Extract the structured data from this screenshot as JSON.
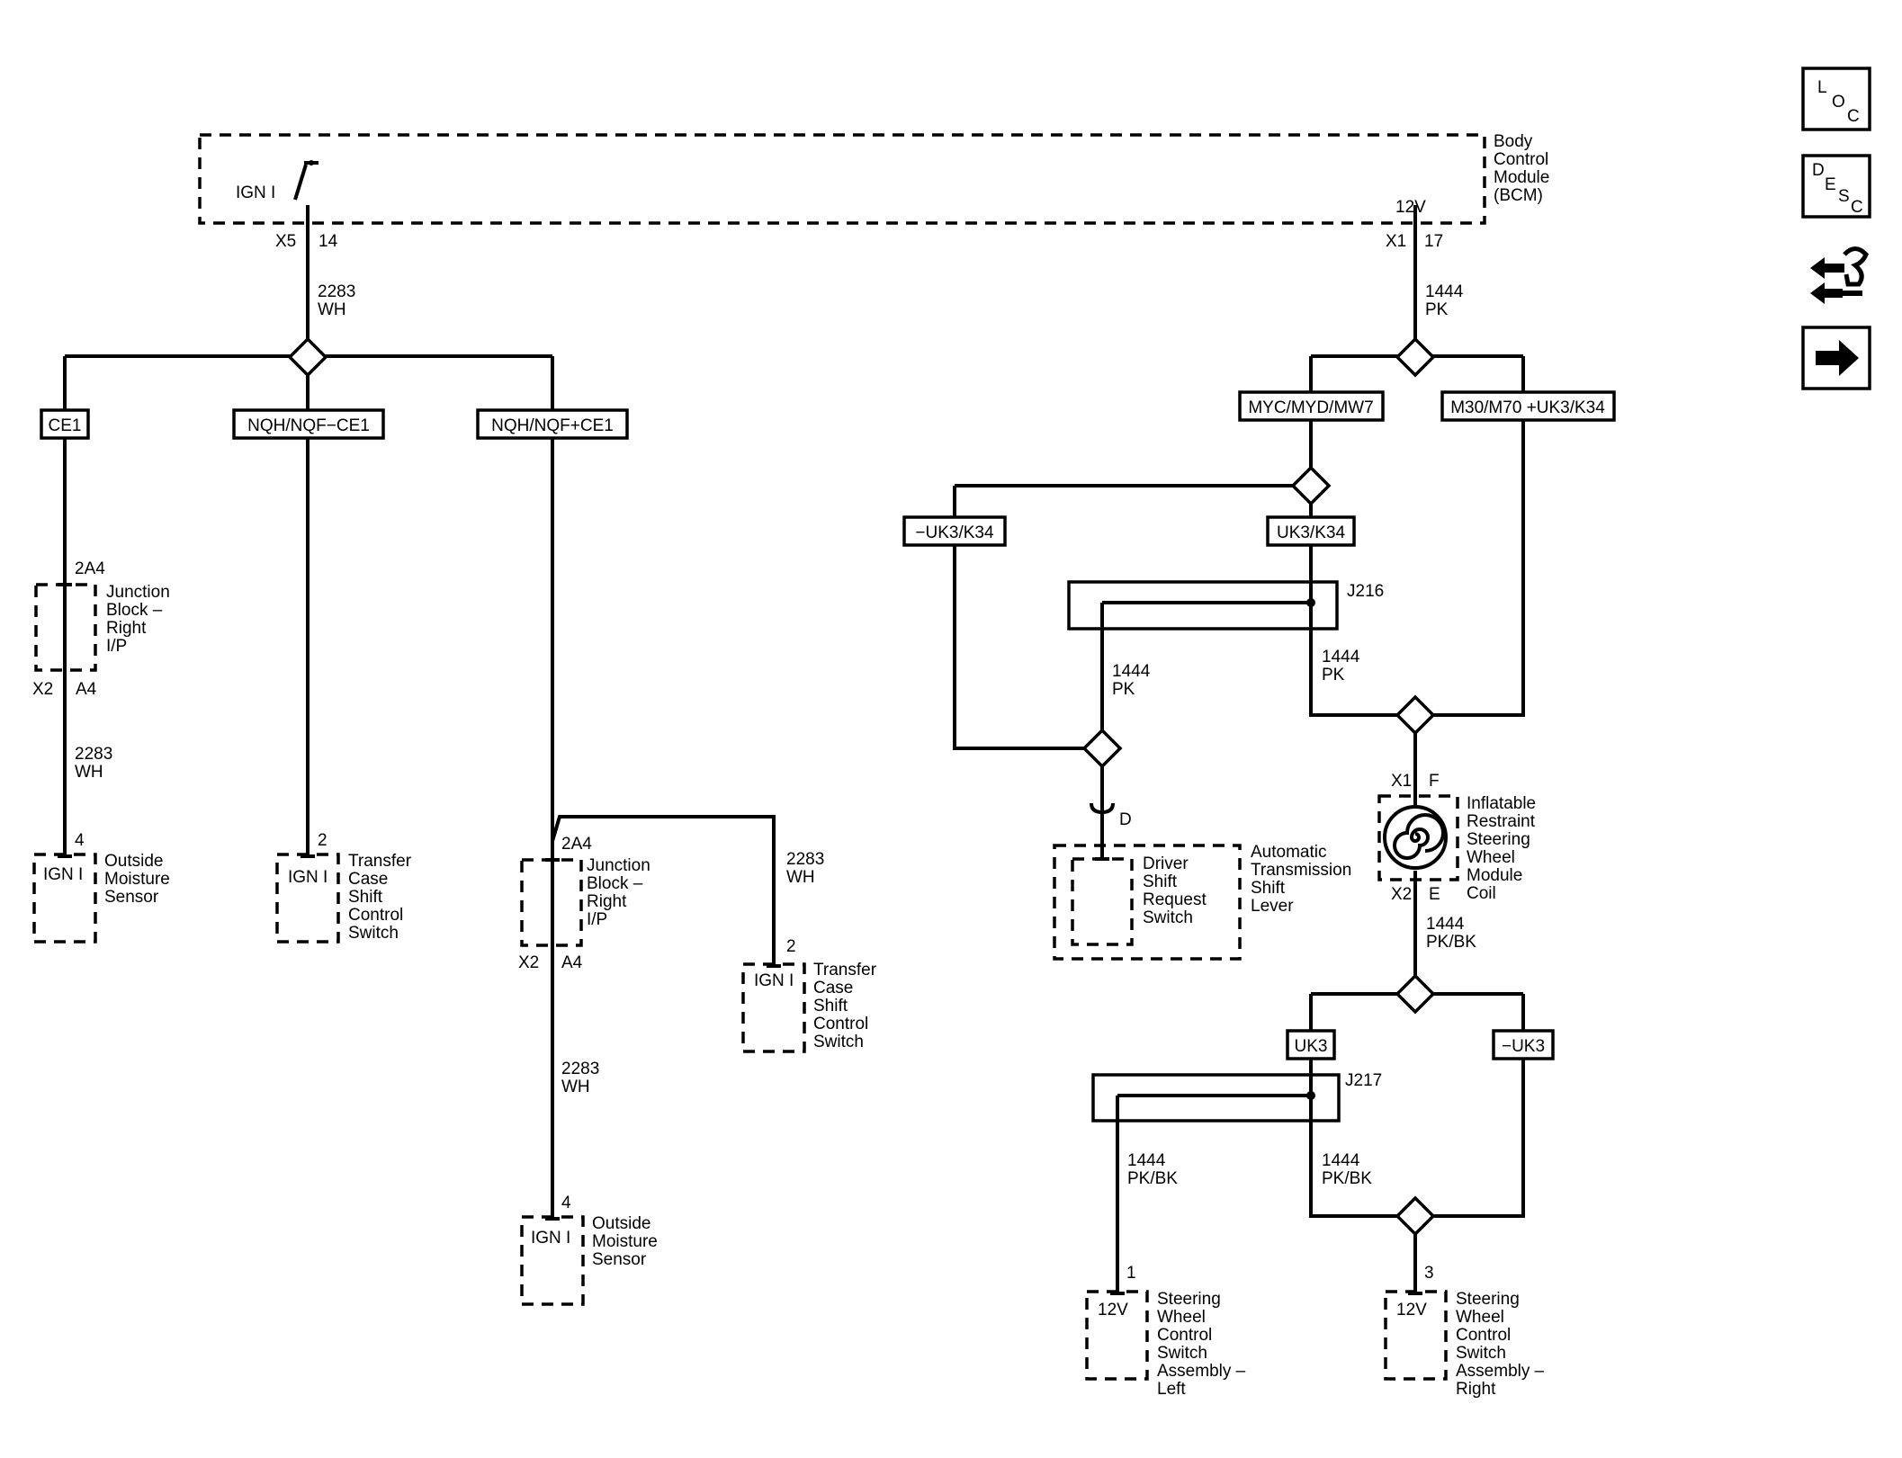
{
  "bcm": {
    "name_lines": [
      "Body",
      "Control",
      "Module",
      "(BCM)"
    ],
    "ign_label": "IGN I",
    "v12_label": "12V",
    "conn_left": "X5",
    "pin_left": "14",
    "conn_right": "X1",
    "pin_right": "17"
  },
  "left_wire": {
    "circuit": "2283",
    "color": "WH"
  },
  "right_wire": {
    "circuit": "1444",
    "color": "PK"
  },
  "options": {
    "ce1": "CE1",
    "nqh_minus": "NQH/NQF−CE1",
    "nqh_plus": "NQH/NQF+CE1",
    "myc": "MYC/MYD/MW7",
    "m30": "M30/M70 +UK3/K34",
    "minus_uk3k34": "−UK3/K34",
    "uk3k34": "UK3/K34",
    "uk3": "UK3",
    "minus_uk3": "−UK3"
  },
  "junction_block": {
    "name_lines": [
      "Junction",
      "Block –",
      "Right",
      "I/P"
    ],
    "pin_top": "2A4",
    "conn_bottom": "X2",
    "pin_bottom": "A4"
  },
  "components": {
    "oms_a": {
      "pin": "4",
      "ign": "IGN I",
      "name_lines": [
        "Outside",
        "Moisture",
        "Sensor"
      ]
    },
    "tcs_a": {
      "pin": "2",
      "ign": "IGN I",
      "name_lines": [
        "Transfer",
        "Case",
        "Shift",
        "Control",
        "Switch"
      ]
    },
    "tcs_b": {
      "pin": "2",
      "ign": "IGN I",
      "name_lines": [
        "Transfer",
        "Case",
        "Shift",
        "Control",
        "Switch"
      ]
    },
    "oms_b": {
      "pin": "4",
      "ign": "IGN I",
      "name_lines": [
        "Outside",
        "Moisture",
        "Sensor"
      ]
    },
    "driver_switch": {
      "pin": "D",
      "name_lines": [
        "Driver",
        "Shift",
        "Request",
        "Switch"
      ]
    },
    "shift_lever": {
      "name_lines": [
        "Automatic",
        "Transmission",
        "Shift",
        "Lever"
      ]
    },
    "coil": {
      "conn_top": "X1",
      "pin_top": "F",
      "conn_bottom": "X2",
      "pin_bottom": "E",
      "name_lines": [
        "Inflatable",
        "Restraint",
        "Steering",
        "Wheel",
        "Module",
        "Coil"
      ]
    },
    "swc_left": {
      "pin": "1",
      "v": "12V",
      "name_lines": [
        "Steering",
        "Wheel",
        "Control",
        "Switch",
        "Assembly –",
        "Left"
      ]
    },
    "swc_right": {
      "pin": "3",
      "v": "12V",
      "name_lines": [
        "Steering",
        "Wheel",
        "Control",
        "Switch",
        "Assembly –",
        "Right"
      ]
    }
  },
  "splices": {
    "j216": "J216",
    "j217": "J217"
  },
  "wires": {
    "pk": {
      "circuit": "1444",
      "color": "PK"
    },
    "pkbk": {
      "circuit": "1444",
      "color": "PK/BK"
    }
  },
  "nav": {
    "loc": [
      "L",
      "O",
      "C"
    ],
    "desc": [
      "D",
      "E",
      "S",
      "C"
    ],
    "icons": [
      "connector-end-view-icon",
      "next-page-arrow-icon"
    ]
  }
}
